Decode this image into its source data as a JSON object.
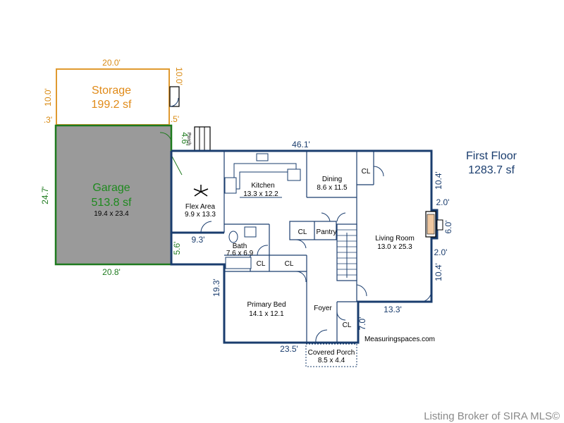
{
  "floor": {
    "title": "First Floor",
    "area": "1283.7 sf"
  },
  "storage": {
    "name": "Storage",
    "area": "199.2 sf",
    "dim_top": "20.0'",
    "dim_left": "10.0'",
    "dim_right": "10.0'",
    "dim_small": ".3'",
    "dim_small2": ".5'"
  },
  "garage": {
    "name": "Garage",
    "area": "513.8 sf",
    "size": "19.4 x 23.4",
    "dim_left": "24.7'",
    "dim_bottom": "20.8'",
    "dim_side": "5.6'"
  },
  "porch": {
    "label": "Porch",
    "dim": "4.6'"
  },
  "dims": {
    "top": "46.1'",
    "right_upper": "10.4'",
    "right_mid": "6.0'",
    "right_mid_top": "2.0'",
    "right_mid_bottom": "2.0'",
    "right_lower": "10.4'",
    "flex_step": "9.3'",
    "left_lower": "19.3'",
    "bottom": "23.5'",
    "bottom_right": "13.3'",
    "foyer_side": "7.0'"
  },
  "rooms": {
    "kitchen": {
      "name": "Kitchen",
      "size": "13.3 x 12.2"
    },
    "dining": {
      "name": "Dining",
      "size": "8.6 x 11.5"
    },
    "flex": {
      "name": "Flex Area",
      "size": "9.9 x 13.3"
    },
    "bath": {
      "name": "Bath",
      "size": "7.6 x 6.9"
    },
    "living": {
      "name": "Living Room",
      "size": "13.0 x 25.3"
    },
    "primary": {
      "name": "Primary Bed",
      "size": "14.1 x 12.1"
    },
    "foyer": {
      "name": "Foyer"
    },
    "pantry": {
      "name": "Pantry"
    },
    "covered_porch": {
      "name": "Covered Porch",
      "size": "8.5 x 4.4"
    }
  },
  "closets": {
    "cl1": "CL",
    "cl2": "CL",
    "cl3": "CL",
    "cl4": "CL",
    "cl5": "CL"
  },
  "credit": "Measuringspaces.com",
  "footer": "Listing Broker of SIRA MLS©",
  "colors": {
    "wall": "#1a3d6e",
    "garage_fill": "#9a9a9a",
    "garage_line": "#1e7a1e",
    "storage_line": "#d98a12"
  }
}
